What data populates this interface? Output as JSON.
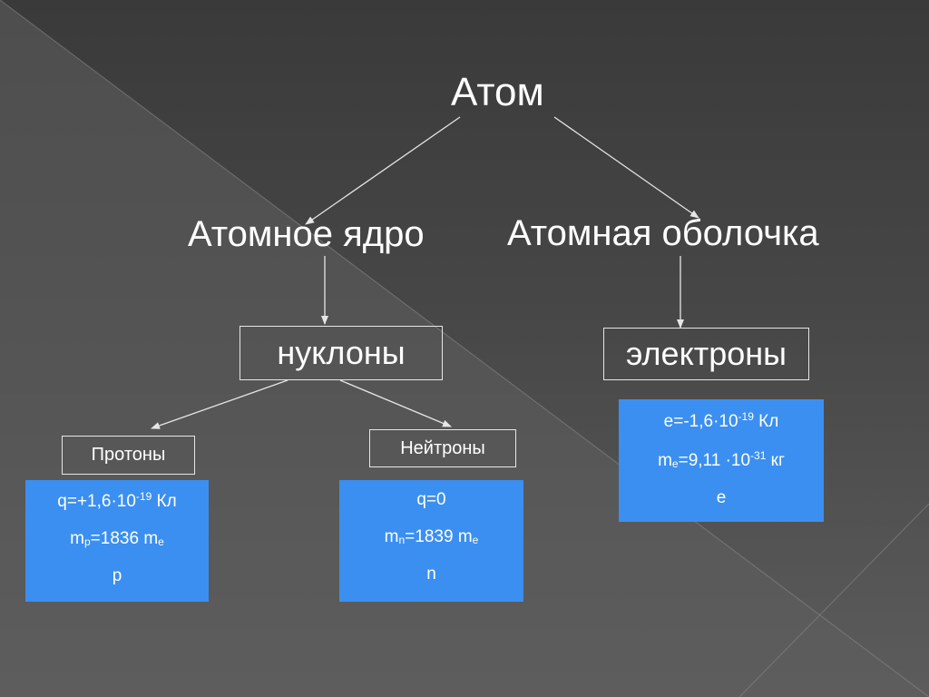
{
  "diagram": {
    "root": {
      "label": "Атом"
    },
    "branches": {
      "nucleus": {
        "label": "Атомное ядро"
      },
      "shell": {
        "label": "Атомная оболочка"
      }
    },
    "nucleons": {
      "label": "нуклоны"
    },
    "electrons": {
      "label": "электроны",
      "charge": {
        "prefix": "e=-1,6",
        "dot": "·",
        "base": "10",
        "exp": "-19",
        "unit": " Кл"
      },
      "mass": {
        "sym": "m",
        "sub": "e",
        "prefix": "=9,11 ",
        "dot": "·",
        "base": "10",
        "exp": "-31",
        "unit": " кг"
      },
      "symbol": "e"
    },
    "protons": {
      "label": "Протоны",
      "charge": {
        "prefix": "q=+1,6",
        "dot": "·",
        "base": "10",
        "exp": "-19",
        "unit": " Кл"
      },
      "mass": {
        "sym": "m",
        "sub": "p",
        "value": "=1836 m",
        "sub2": "e"
      },
      "symbol": "p"
    },
    "neutrons": {
      "label": "Нейтроны",
      "charge": "q=0",
      "mass": {
        "sym": "m",
        "sub": "n",
        "value": "=1839 m",
        "sub2": "e"
      },
      "symbol": "n"
    },
    "colors": {
      "background": "#474747",
      "info_box": "#3b8ff0",
      "text": "#ffffff",
      "lines": "#e6e6e6"
    }
  }
}
